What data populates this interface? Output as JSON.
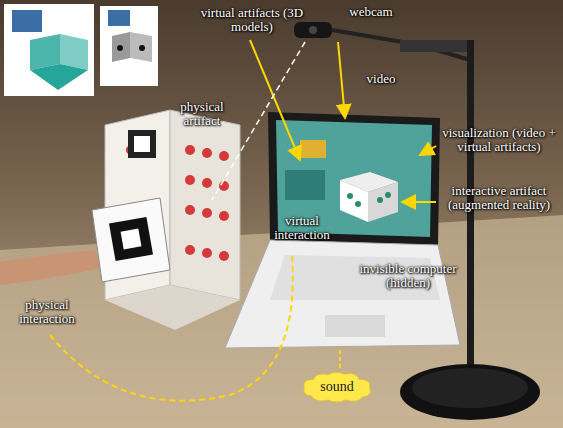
{
  "diagram": {
    "nodes": [
      {
        "text": [
          "sound"
        ]
      }
    ],
    "labels": [
      "virtual artifacts (3D models)",
      "webcam",
      "video",
      "physical artifact",
      "visualization (video + virtual artifacts)",
      "interactive artifact (augmented reality)",
      "virtual interaction",
      "physical interaction",
      "invisible computer (hidden)"
    ]
  }
}
